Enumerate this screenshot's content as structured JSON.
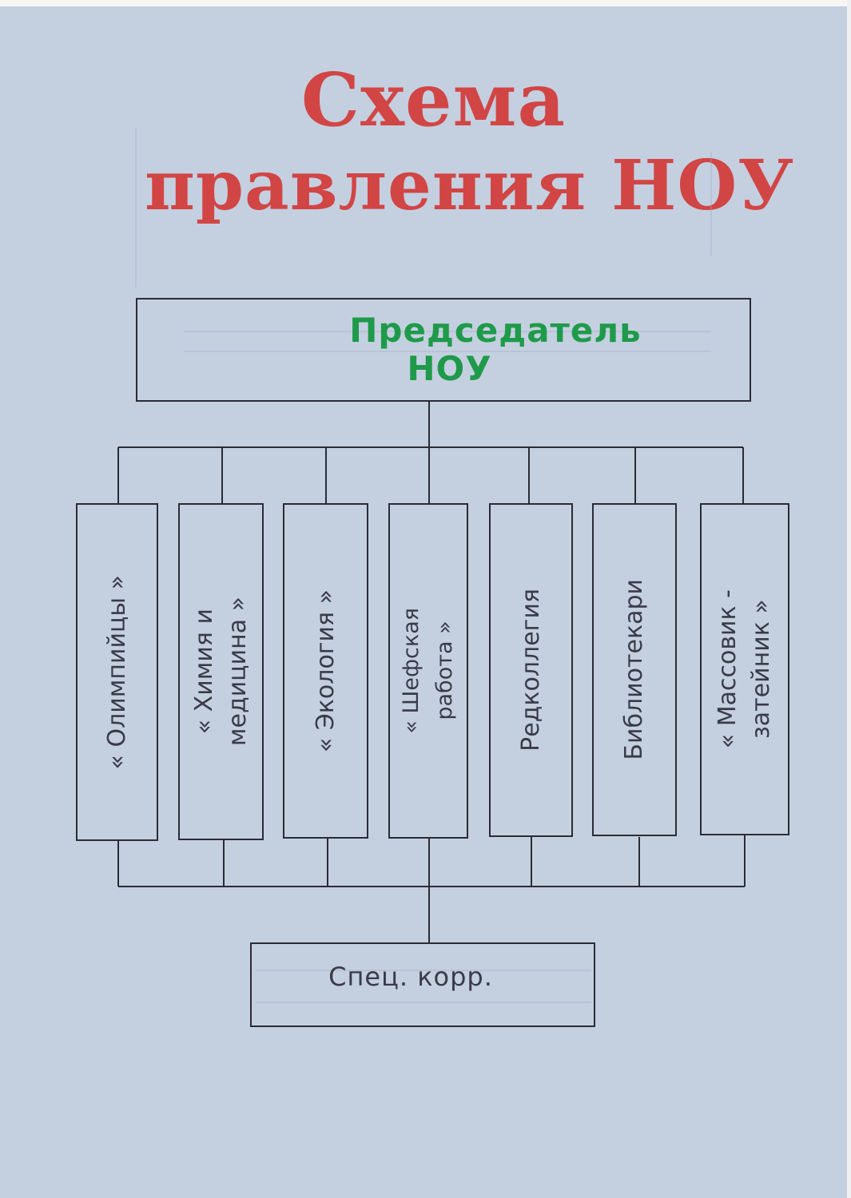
{
  "title": {
    "line1": "Схема",
    "line2": "правления  НОУ"
  },
  "chairman": {
    "line1": "Председатель",
    "line2": "НОУ"
  },
  "sections": [
    {
      "lines": [
        "« Олимпийцы »"
      ]
    },
    {
      "lines": [
        "« Химия  и",
        "медицина »"
      ]
    },
    {
      "lines": [
        "« Экология »"
      ]
    },
    {
      "lines": [
        "« Шефская",
        "работа »"
      ]
    },
    {
      "lines": [
        "Редколлегия"
      ]
    },
    {
      "lines": [
        "Библиотекари"
      ]
    },
    {
      "lines": [
        "« Массовик -",
        "затейник »"
      ]
    }
  ],
  "special": {
    "label": "Спец. корр."
  },
  "colors": {
    "paper": "#c4d0e0",
    "title": "#d24545",
    "chairman": "#1f9a4a",
    "ink": "#2b2b35"
  }
}
